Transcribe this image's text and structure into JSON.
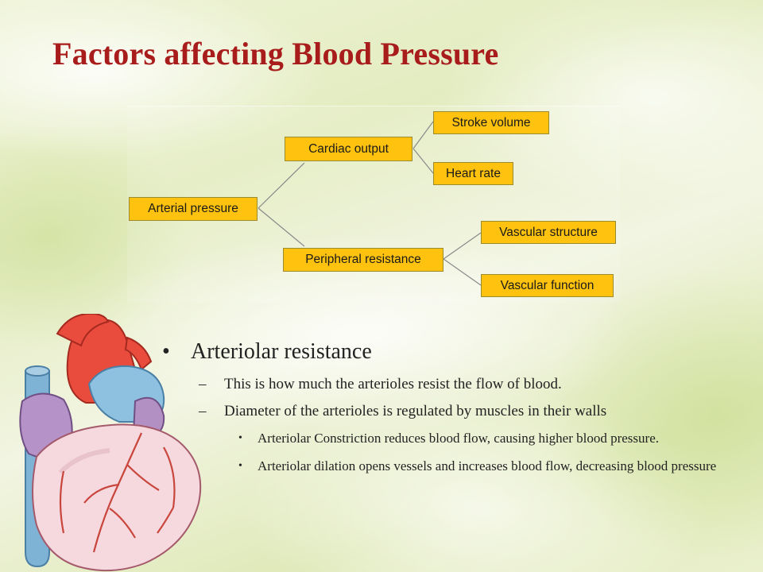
{
  "slide": {
    "title": "Factors affecting Blood Pressure"
  },
  "diagram": {
    "root": "Arterial pressure",
    "cardiac_output": "Cardiac output",
    "stroke_volume": "Stroke volume",
    "heart_rate": "Heart rate",
    "peripheral_resistance": "Peripheral resistance",
    "vascular_structure": "Vascular structure",
    "vascular_function": "Vascular function"
  },
  "content": {
    "bullet": "Arteriolar resistance",
    "sub_items": [
      "This is how much the arterioles resist the flow of blood.",
      "Diameter of the arterioles is regulated by muscles in their walls"
    ],
    "sub_sub_items": [
      "Arteriolar Constriction reduces blood flow, causing  higher blood pressure.",
      "Arteriolar dilation opens vessels and increases blood flow, decreasing blood pressure"
    ]
  },
  "markers": {
    "bullet": "•",
    "dash": "–"
  },
  "colors": {
    "title": "#a81c1c",
    "node_fill": "#ffc20e",
    "node_border": "#9c8a2e",
    "connector": "#8a8a8a"
  },
  "icons": {
    "illustration": "heart-illustration"
  }
}
